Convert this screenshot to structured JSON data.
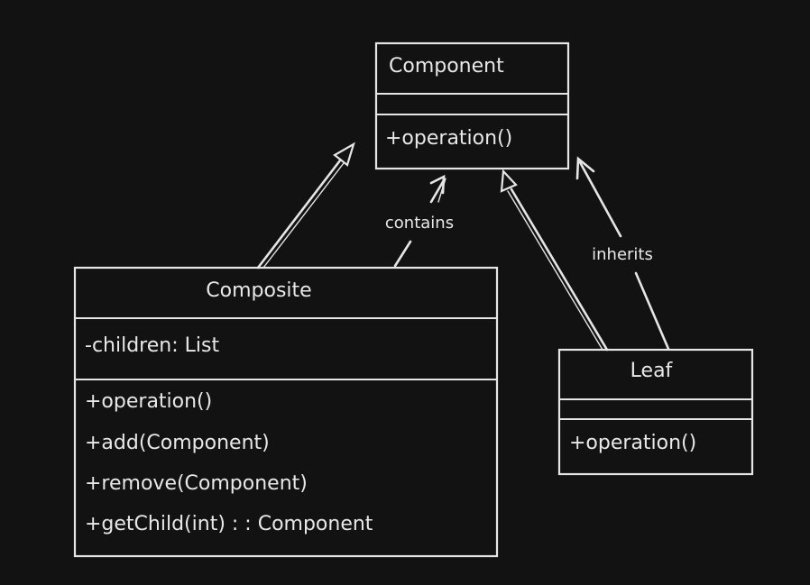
{
  "diagram": {
    "classes": [
      {
        "id": "component",
        "name": "Component",
        "attributes": [],
        "methods": [
          "+operation()"
        ]
      },
      {
        "id": "composite",
        "name": "Composite",
        "attributes": [
          "-children: List"
        ],
        "methods": [
          "+operation()",
          "+add(Component)",
          "+remove(Component)",
          "+getChild(int) : : Component"
        ]
      },
      {
        "id": "leaf",
        "name": "Leaf",
        "attributes": [],
        "methods": [
          "+operation()"
        ]
      }
    ],
    "relations": [
      {
        "from": "composite",
        "to": "component",
        "kind": "inheritance",
        "label": ""
      },
      {
        "from": "composite",
        "to": "component",
        "kind": "association",
        "label": "contains"
      },
      {
        "from": "leaf",
        "to": "component",
        "kind": "inheritance",
        "label": ""
      },
      {
        "from": "leaf",
        "to": "component",
        "kind": "association",
        "label": "inherits"
      }
    ]
  },
  "colors": {
    "background": "#121212",
    "stroke": "#e6e6e6",
    "text": "#e8e8e8"
  }
}
